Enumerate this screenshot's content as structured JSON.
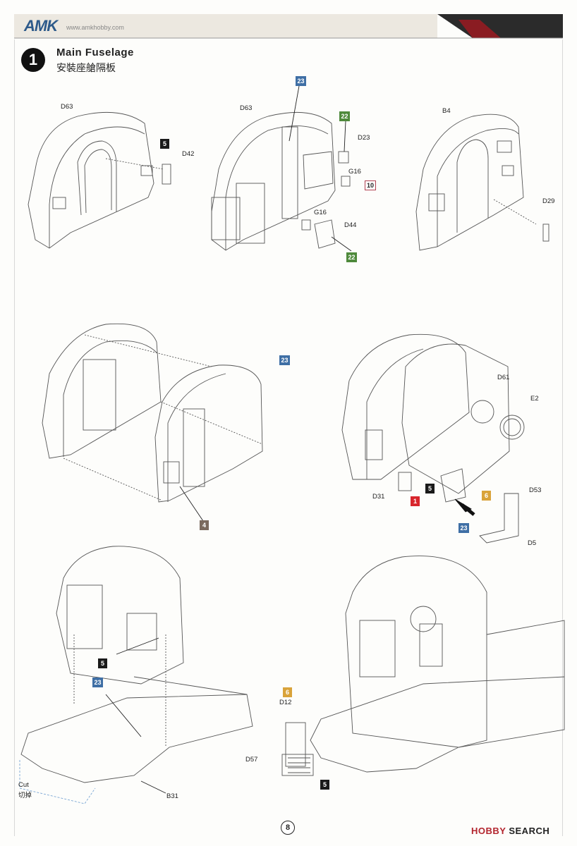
{
  "header": {
    "brand": "AMK",
    "url": "www.amkhobby.com"
  },
  "step": {
    "number": "1",
    "title": "Main Fuselage",
    "subtitle": "安裝座艙隔板"
  },
  "labels": {
    "d63_a": "D63",
    "d42": "D42",
    "d63_b": "D63",
    "d23": "D23",
    "g16_a": "G16",
    "g16_b": "G16",
    "d44": "D44",
    "b4": "B4",
    "d29": "D29",
    "d61": "D61",
    "e2": "E2",
    "d31": "D31",
    "d53": "D53",
    "d5": "D5",
    "d12": "D12",
    "d57": "D57",
    "b31": "B31",
    "cut": "Cut",
    "cut_zh": "切掉"
  },
  "badges": {
    "p1_5": "5",
    "p2_23": "23",
    "p2_22a": "22",
    "p2_10": "10",
    "p2_22b": "22",
    "p4_23": "23",
    "p4_4": "4",
    "p5_5": "5",
    "p5_1": "1",
    "p5_6": "6",
    "p5_23": "23",
    "p6_5": "5",
    "p6_23": "23",
    "p7_6": "6",
    "p7_5": "5"
  },
  "colors": {
    "badge_black": "#1a1a1a",
    "badge_blue": "#3f6fa5",
    "badge_green": "#4f8a3c",
    "badge_gold": "#d9a33a",
    "badge_red": "#d8262c",
    "badge_brown": "#7b6a5e",
    "header_dark": "#2b2b2b",
    "header_red": "#8a1c22"
  },
  "footer": {
    "page": "8",
    "watermark_a": "HOBBY",
    "watermark_b": "SEARCH"
  }
}
